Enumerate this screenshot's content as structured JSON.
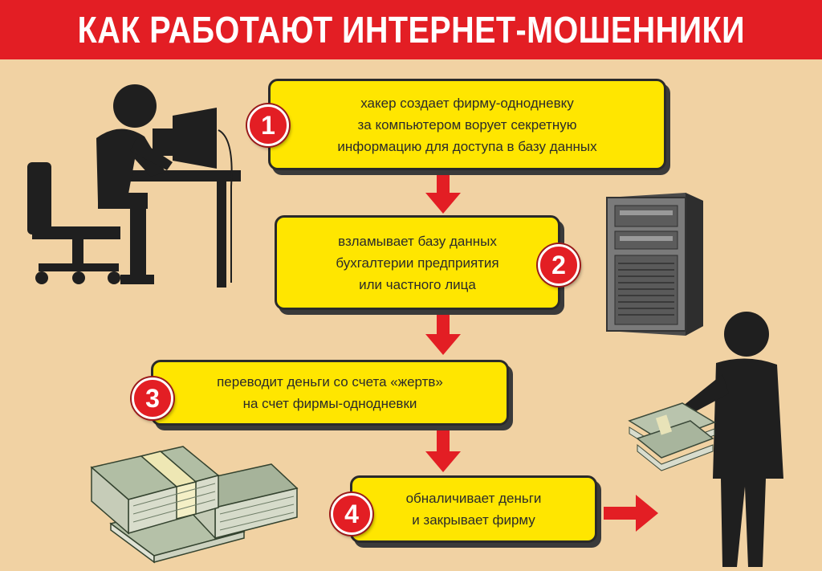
{
  "title": "КАК РАБОТАЮТ ИНТЕРНЕТ-МОШЕННИКИ",
  "steps": [
    {
      "number": "1",
      "lines": [
        "хакер создает фирму-однодневку",
        "за компьютером ворует секретную",
        "информацию для доступа в базу данных"
      ]
    },
    {
      "number": "2",
      "lines": [
        "взламывает базу данных",
        "бухгалтерии предприятия",
        "или частного лица"
      ]
    },
    {
      "number": "3",
      "lines": [
        "переводит деньги со счета «жертв»",
        "на счет фирмы-однодневки"
      ]
    },
    {
      "number": "4",
      "lines": [
        "обналичивает деньги",
        "и закрывает фирму"
      ]
    }
  ],
  "icons": [
    "hacker-at-computer-icon",
    "server-tower-icon",
    "money-stacks-icon",
    "person-holding-money-icon",
    "arrow-down-icon",
    "arrow-right-icon"
  ],
  "colors": {
    "header": "#e31e24",
    "background": "#f1d2a3",
    "box": "#ffe600",
    "arrow": "#e31e24",
    "silhouette": "#1f1f1f"
  }
}
